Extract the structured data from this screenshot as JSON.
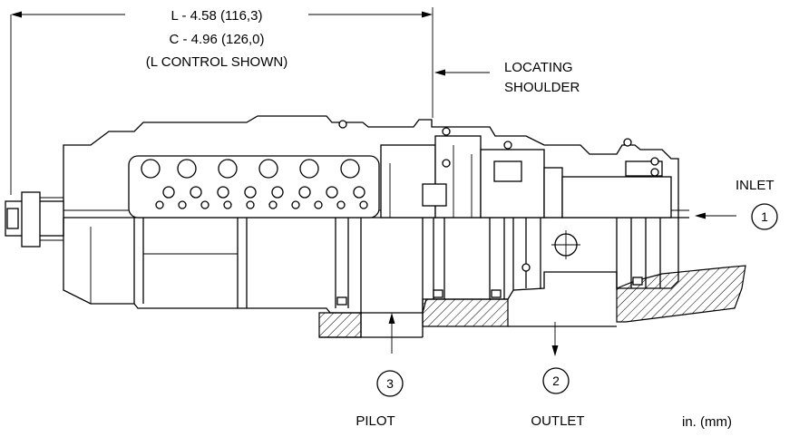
{
  "dimensions": {
    "l_length": "L - 4.58 (116,3)",
    "c_length": "C - 4.96 (126,0)",
    "control_note": "(L CONTROL SHOWN)"
  },
  "callouts": {
    "shoulder_line1": "LOCATING",
    "shoulder_line2": "SHOULDER",
    "inlet": "INLET",
    "pilot": "PILOT",
    "outlet": "OUTLET"
  },
  "ports": [
    {
      "number": "1",
      "name": "inlet"
    },
    {
      "number": "2",
      "name": "outlet"
    },
    {
      "number": "3",
      "name": "pilot"
    }
  ],
  "units_note": "in. (mm)"
}
